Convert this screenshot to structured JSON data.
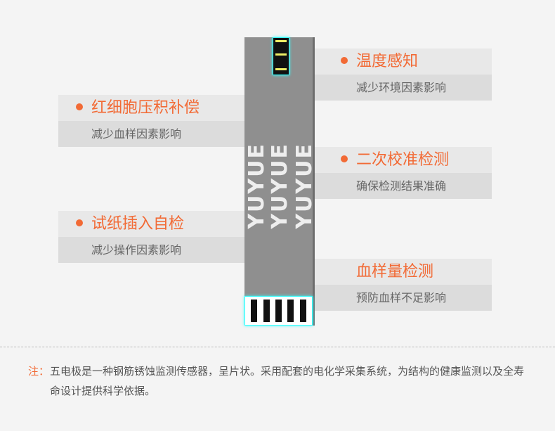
{
  "left_features": [
    {
      "title": "红细胞压积补偿",
      "subtitle": "减少血样因素影响"
    },
    {
      "title": "试纸插入自检",
      "subtitle": "减少操作因素影响"
    }
  ],
  "right_features": [
    {
      "title": "温度感知",
      "subtitle": "减少环境因素影响"
    },
    {
      "title": "二次校准检测",
      "subtitle": "确保检测结果准确"
    },
    {
      "title": "血样量检测",
      "subtitle": "预防血样不足影响"
    }
  ],
  "strip": {
    "brand": "YUYUE"
  },
  "note": {
    "label": "注：",
    "text": "五电极是一种钢筋锈蚀监测传感器，呈片状。采用配套的电化学采集系统，为结构的健康监测以及全寿命设计提供科学依据。"
  },
  "colors": {
    "accent": "#f26a35",
    "strip": "#8f8f8f",
    "contact": "#33ffff"
  }
}
